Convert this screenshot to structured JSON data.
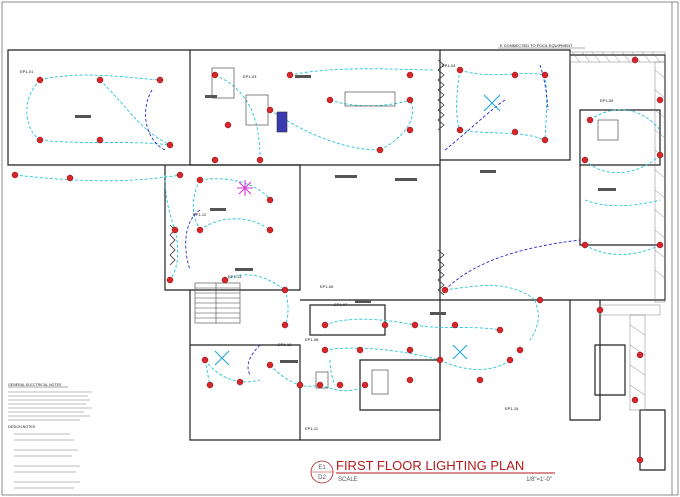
{
  "title": {
    "detail_number": "E1",
    "sheet_number": "D2",
    "name": "FIRST FLOOR LIGHTING PLAN",
    "scale_label": "SCALE",
    "scale_value": "1/8\"=1'-0\""
  },
  "top_note": "E CONNECTED TO POOL EQUIPMENT",
  "circuit_tags": [
    "EP1-01",
    "EP1-03",
    "EP1-04",
    "EP1-05",
    "EP1-06",
    "EP1-07",
    "EP1-08",
    "EP1-10",
    "EP1-11",
    "EP1-12",
    "EP1-13",
    "EP1-15"
  ],
  "notes": {
    "general_heading": "GENERAL ELECTRICAL NOTES",
    "legend_heading": "DESIGN NOTES"
  },
  "colors": {
    "fixture": "#d8262a",
    "circuit": "#22c5d8",
    "homerun": "#2a2ad0",
    "title": "#b21c1c",
    "wall": "#222222"
  }
}
